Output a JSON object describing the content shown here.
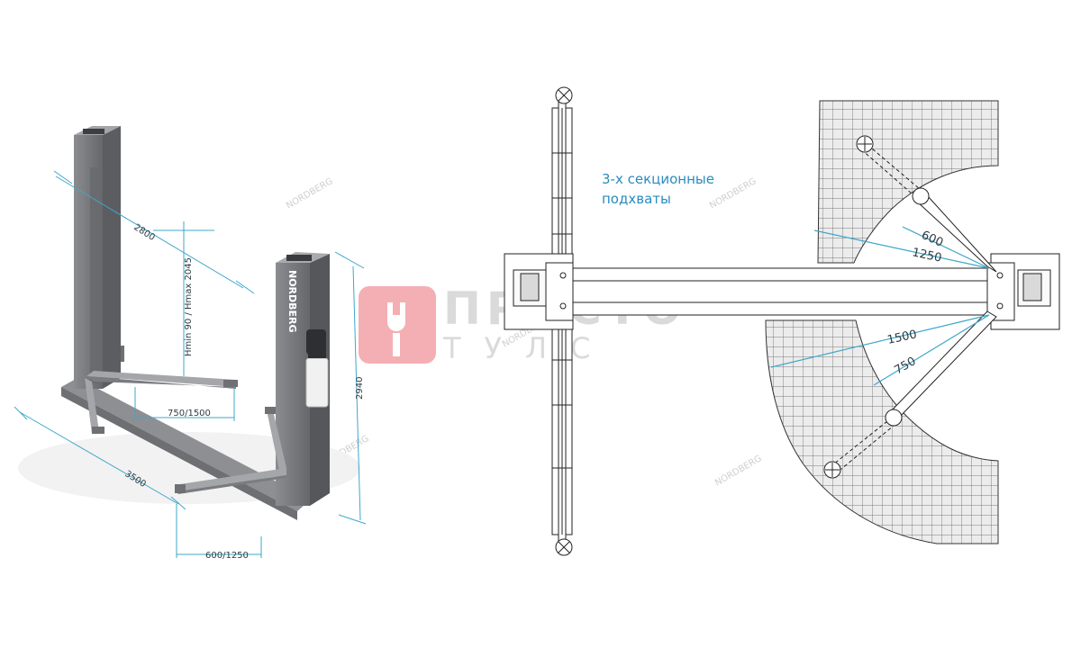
{
  "colors": {
    "dimension": "#3fa7c9",
    "post": "#77787c",
    "post_dark": "#5d5e62",
    "arm": "#9c9da1",
    "line": "#222222",
    "grid_fill": "#e8e8e8",
    "watermark_red": "#f3a3a8",
    "watermark_gray": "#d7d7d7",
    "nordberg_wm": "#cfcfcf"
  },
  "watermark": {
    "line1": "ПРОСТО",
    "line2": "ТУЛС"
  },
  "brand": {
    "post_label": "NORDBERG",
    "watermark_text": "NORDBERG"
  },
  "left_view": {
    "dims": {
      "width": "2800",
      "height": "Hmin 90 / Hmax 2045",
      "overall_height": "2940",
      "arm_reach_long": "750/1500",
      "length": "3500",
      "arm_reach_short": "600/1250"
    }
  },
  "right_view": {
    "note_line1": "3-х секционные",
    "note_line2": "подхваты",
    "dims": {
      "short_front": "600",
      "long_front": "1250",
      "long_rear": "1500",
      "short_rear": "750"
    }
  }
}
